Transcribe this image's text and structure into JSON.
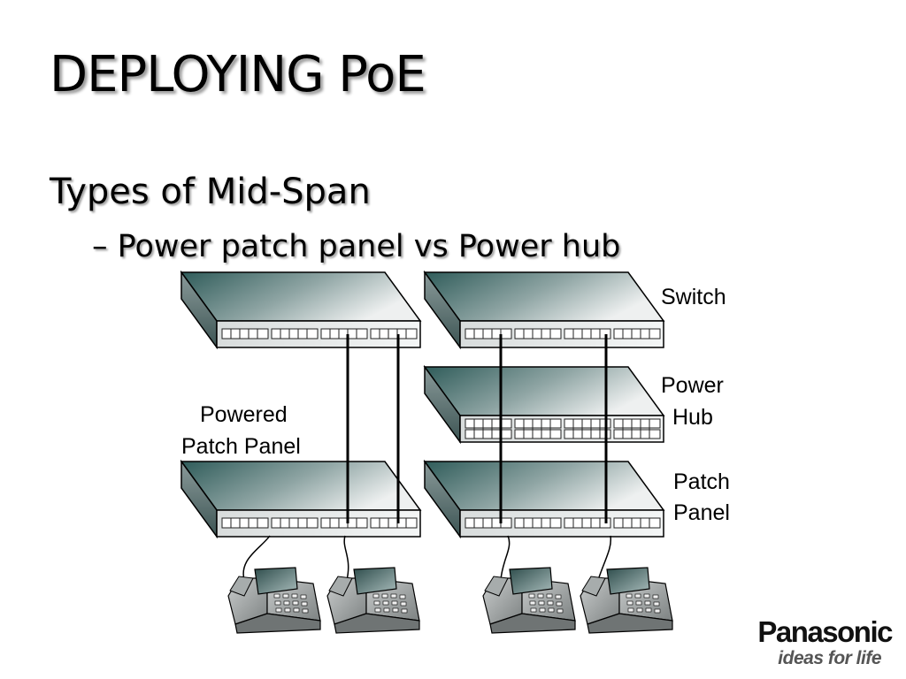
{
  "slide": {
    "title": "DEPLOYING PoE",
    "bullet_level1": "Types of Mid-Span",
    "bullet_level2": "– Power patch panel vs Power hub"
  },
  "diagram": {
    "labels": {
      "switch": "Switch",
      "power_hub": [
        "Power",
        "Hub"
      ],
      "patch_panel": [
        "Patch",
        "Panel"
      ],
      "powered_patch_panel": [
        "Powered",
        "Patch Panel"
      ]
    }
  },
  "brand": {
    "name": "Panasonic",
    "slogan": "ideas for life"
  },
  "colors": {
    "device_dark": "#2f5c5a",
    "device_light": "#e9ecec",
    "cable": "#000000",
    "slogan": "#555555"
  }
}
